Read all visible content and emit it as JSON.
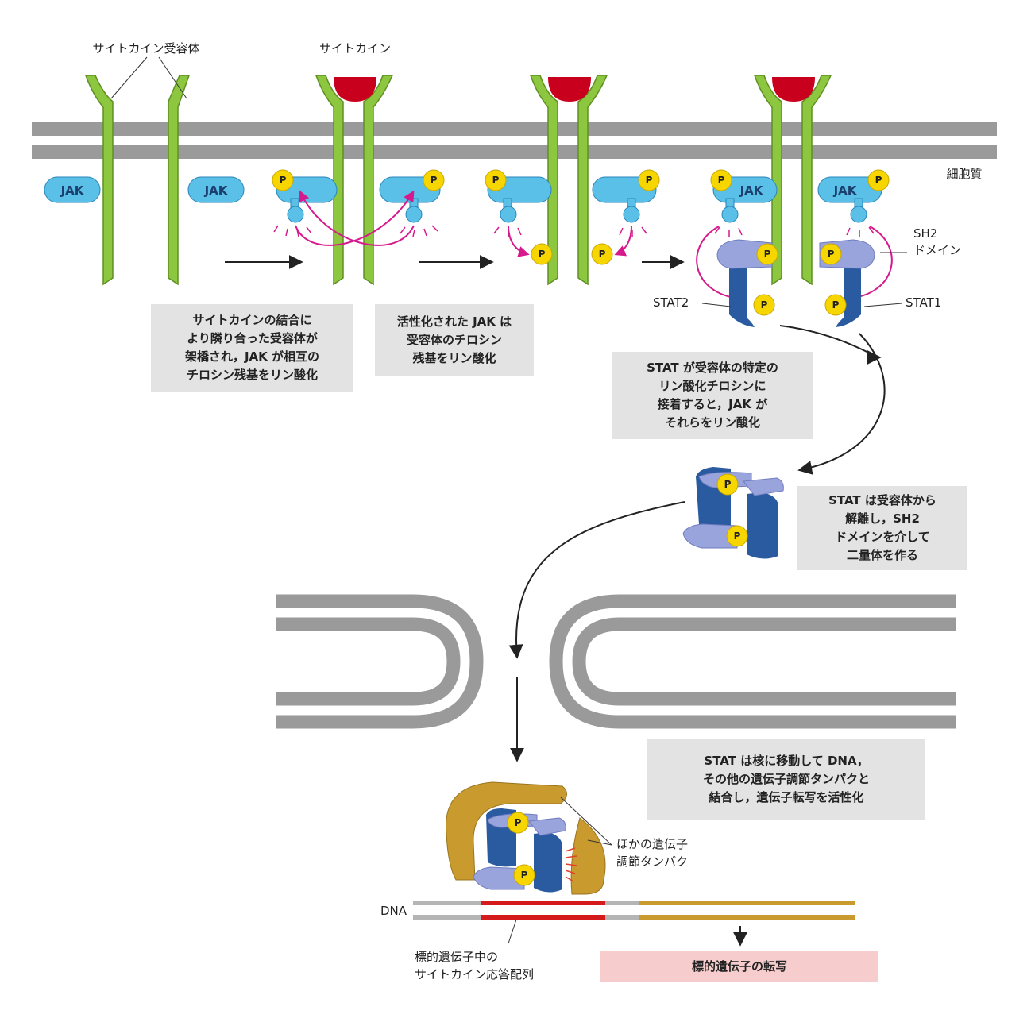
{
  "labels": {
    "cytokine_receptor": "サイトカイン受容体",
    "cytokine": "サイトカイン",
    "cytoplasm": "細胞質",
    "jak": "JAK",
    "p": "P",
    "sh2_line1": "SH2",
    "sh2_line2": "ドメイン",
    "stat2": "STAT2",
    "stat1": "STAT1",
    "other_reg_line1": "ほかの遺伝子",
    "other_reg_line2": "調節タンパク",
    "dna": "DNA",
    "response_line1": "標的遺伝子中の",
    "response_line2": "サイトカイン応答配列"
  },
  "captions": {
    "step1": [
      "サイトカインの結合に",
      "より隣り合った受容体が",
      "架橋され，JAK が相互の",
      "チロシン残基をリン酸化"
    ],
    "step2": [
      "活性化された JAK は",
      "受容体のチロシン",
      "残基をリン酸化"
    ],
    "step3": [
      "STAT が受容体の特定の",
      "リン酸化チロシンに",
      "接着すると，JAK が",
      "それらをリン酸化"
    ],
    "step4": [
      "STAT は受容体から",
      "解離し，SH2",
      "ドメインを介して",
      "二量体を作る"
    ],
    "step5": [
      "STAT は核に移動して DNA，",
      "その他の遺伝子調節タンパクと",
      "結合し，遺伝子転写を活性化"
    ],
    "result": "標的遺伝子の転写"
  },
  "colors": {
    "receptor": "#8dc63f",
    "cytokine": "#c8001e",
    "membrane": "#9a9a9a",
    "jak": "#5bc0e8",
    "phosphate": "#f7d600",
    "stat_dark": "#2a5aa0",
    "stat_light": "#9aa4dc",
    "arrow_pink": "#d6198c",
    "regulator": "#c99a2e",
    "response_element": "#d41a1a"
  }
}
